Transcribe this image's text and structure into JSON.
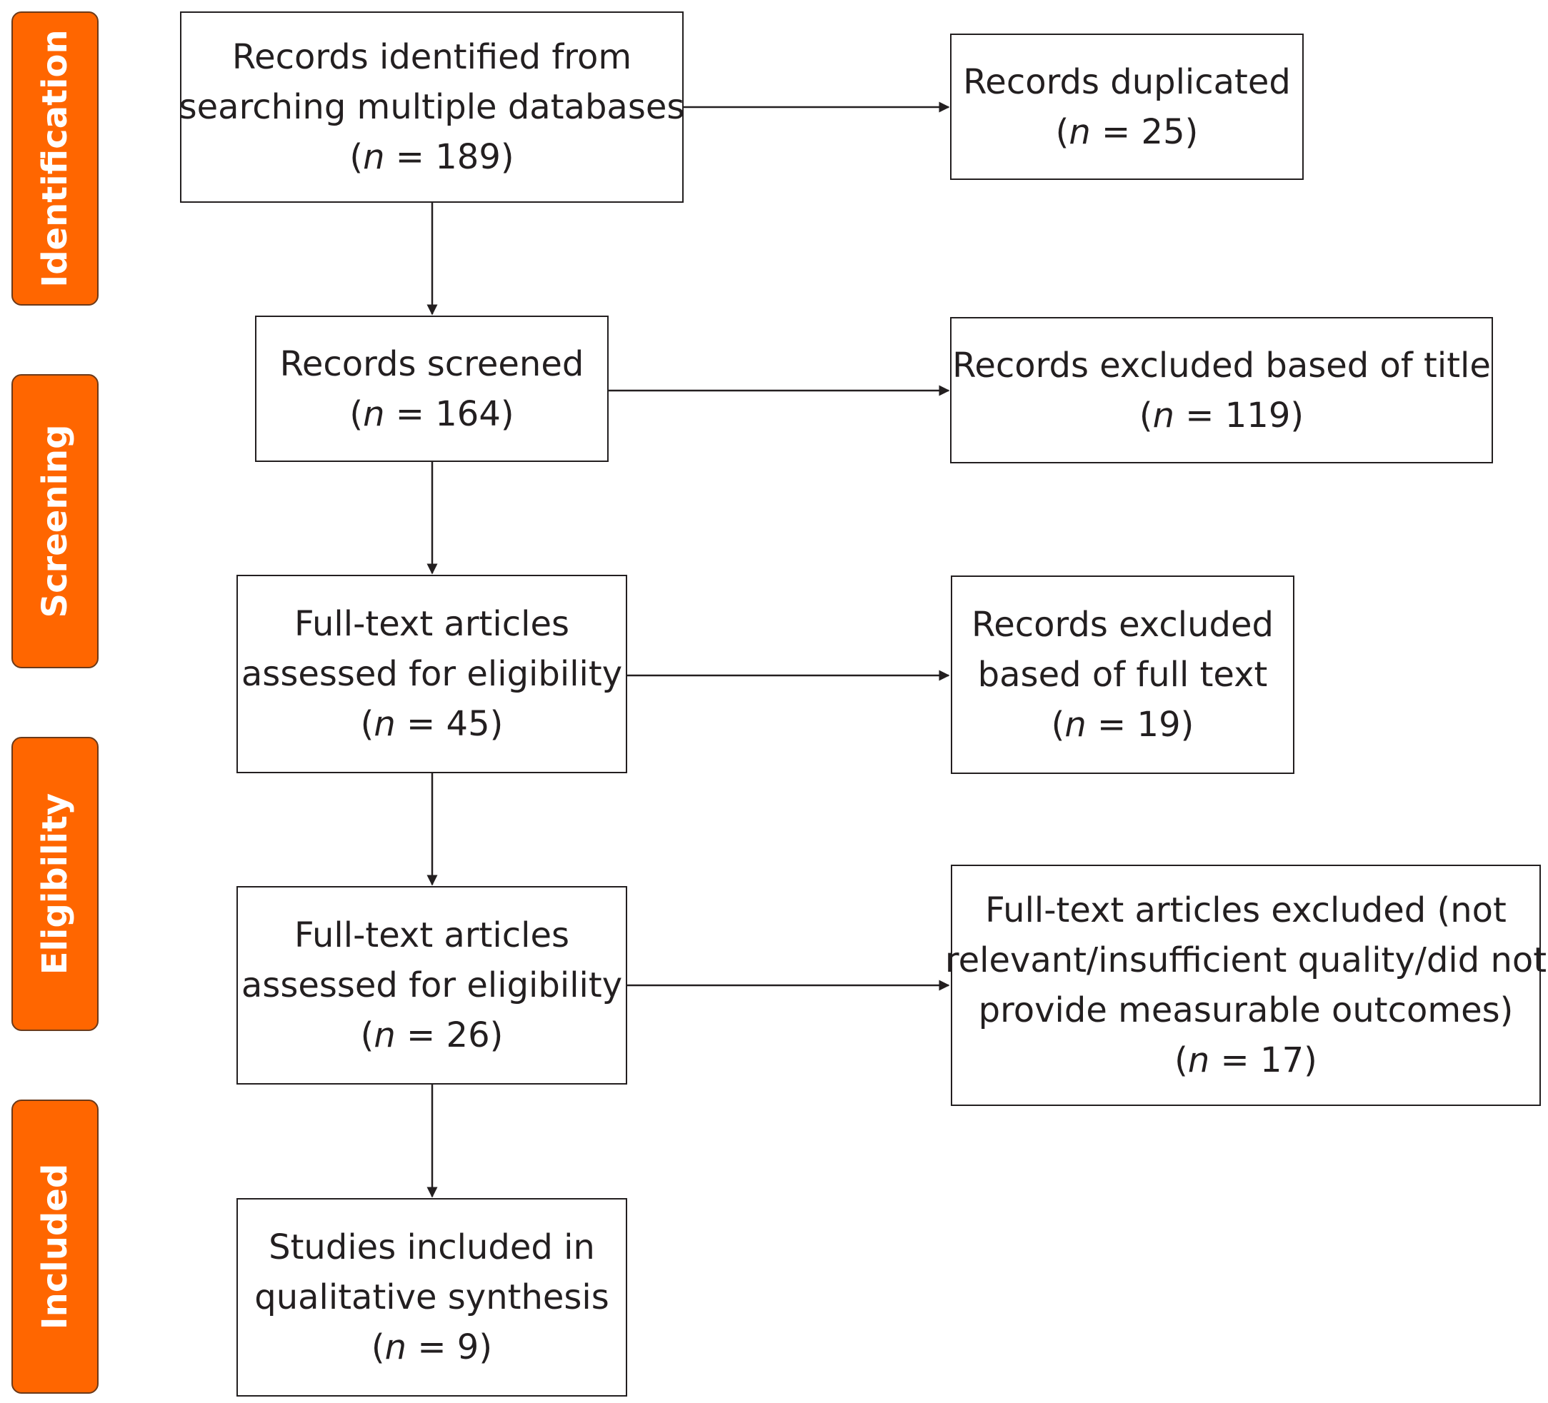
{
  "colors": {
    "phase_fill": "#ff6600",
    "stroke": "#231f20",
    "text": "#231f20"
  },
  "phases": [
    {
      "id": "identification",
      "label": "Identification"
    },
    {
      "id": "screening",
      "label": "Screening"
    },
    {
      "id": "eligibility",
      "label": "Eligibility"
    },
    {
      "id": "included",
      "label": "Included"
    }
  ],
  "boxes": {
    "identified": {
      "lines": [
        "Records identified from",
        "searching multiple databases"
      ],
      "n": "189"
    },
    "duplicated": {
      "lines": [
        "Records duplicated"
      ],
      "n": "25"
    },
    "screened": {
      "lines": [
        "Records screened"
      ],
      "n": "164"
    },
    "excluded_title": {
      "lines": [
        "Records excluded based of title"
      ],
      "n": "119"
    },
    "assessed_1": {
      "lines": [
        "Full-text articles",
        "assessed for eligibility"
      ],
      "n": "45"
    },
    "excluded_fulltext": {
      "lines": [
        "Records excluded",
        "based of full text"
      ],
      "n": "19"
    },
    "assessed_2": {
      "lines": [
        "Full-text articles",
        "assessed for eligibility"
      ],
      "n": "26"
    },
    "excluded_articles": {
      "lines": [
        "Full-text articles excluded (not",
        "relevant/insufficient quality/did not",
        "provide measurable outcomes)"
      ],
      "n": "17"
    },
    "included": {
      "lines": [
        "Studies included in",
        "qualitative synthesis"
      ],
      "n": "9"
    }
  },
  "count_label": {
    "prefix": "(",
    "var": "n",
    "eq": " = ",
    "suffix": ")"
  }
}
